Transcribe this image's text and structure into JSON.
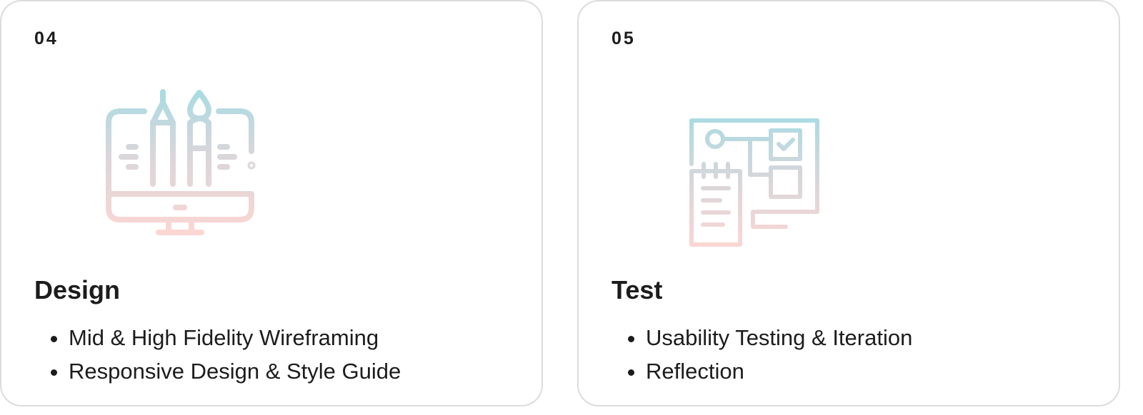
{
  "cards": [
    {
      "number": "04",
      "icon": "monitor-pen-brush-icon",
      "title": "Design",
      "items": [
        "Mid & High Fidelity Wireframing",
        "Responsive Design & Style Guide"
      ]
    },
    {
      "number": "05",
      "icon": "monitor-checklist-icon",
      "title": "Test",
      "items": [
        "Usability Testing & Iteration",
        "Reflection"
      ]
    }
  ],
  "colors": {
    "icon_gradient_top": "#a9dbe3",
    "icon_gradient_bottom": "#fcd6d3",
    "card_border": "#dcdcdc",
    "text": "#1c1c1c"
  }
}
